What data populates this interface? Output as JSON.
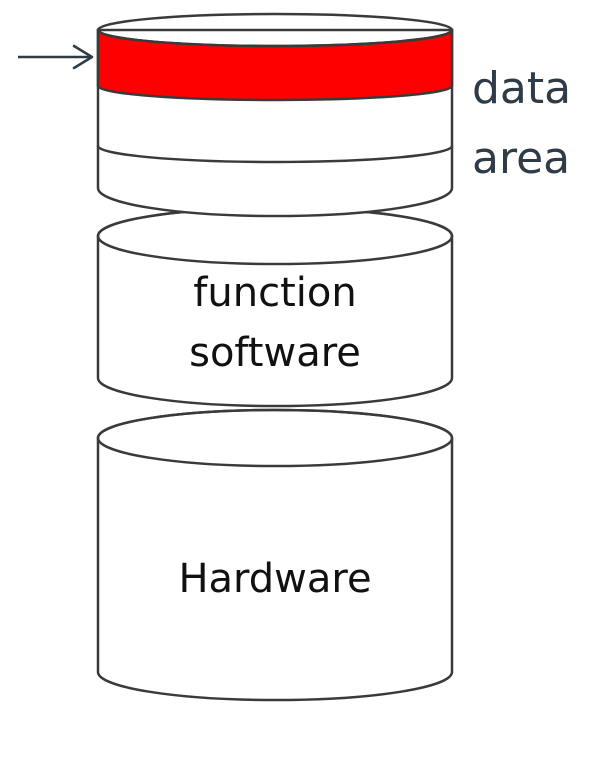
{
  "colors": {
    "accent": "#ff0000",
    "stroke": "#3a3a3a",
    "text": "#111111",
    "label": "#2f3b47",
    "arrow": "#2f3b47"
  },
  "labels": {
    "data_line1": "data",
    "data_line2": "area",
    "function_line1": "function",
    "function_line2": "software",
    "hardware": "Hardware"
  }
}
